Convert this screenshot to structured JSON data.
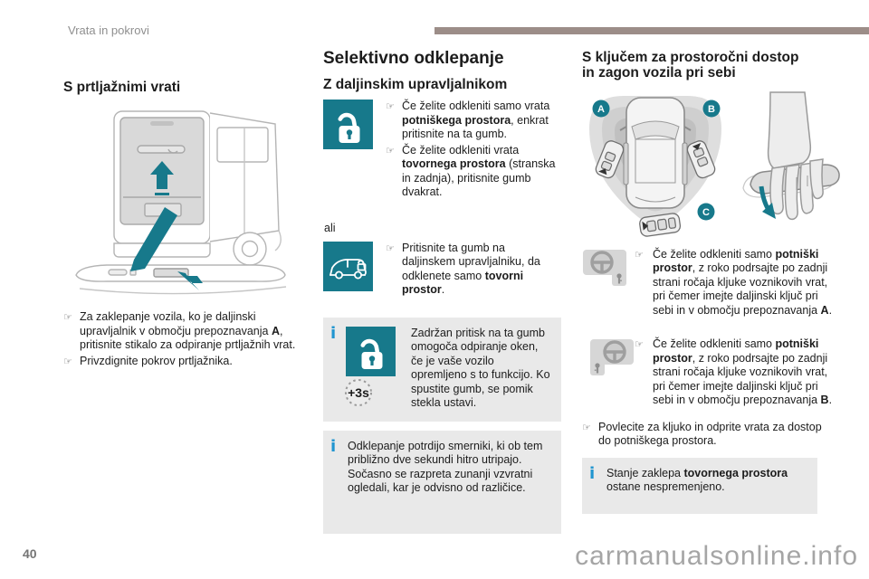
{
  "page": {
    "header": "Vrata in pokrovi",
    "page_number": "40",
    "watermark": "carmanualsonline.info"
  },
  "colors": {
    "teal_accent": "#17798b",
    "header_bar": "#9c8d88",
    "info_box_bg": "#e9e9e9",
    "info_icon_blue": "#2095d0"
  },
  "icons": {
    "pointer": "☞",
    "info": "i"
  },
  "left": {
    "title": "S prtljažnimi vrati",
    "bullets": [
      [
        {
          "t": "Za zaklepanje vozila, ko je daljinski upravljalnik v območju prepoznavanja "
        },
        {
          "t": "A",
          "b": 1
        },
        {
          "t": ", pritisnite stikalo za odpiranje prtljažnih vrat."
        }
      ],
      [
        {
          "t": "Privzdignite pokrov prtljažnika."
        }
      ]
    ]
  },
  "middle": {
    "title": "Selektivno odklepanje",
    "subtitle": "Z daljinskim upravljalnikom",
    "remote_bullets": [
      [
        {
          "t": "Če želite odkleniti samo vrata "
        },
        {
          "t": "potniškega prostora",
          "b": 1
        },
        {
          "t": ", enkrat pritisnite na ta gumb."
        }
      ],
      [
        {
          "t": "Če želite odkleniti vrata "
        },
        {
          "t": "tovornega prostora",
          "b": 1
        },
        {
          "t": " (stranska in zadnja), pritisnite gumb dvakrat."
        }
      ]
    ],
    "or_label": "ali",
    "cargo_bullet": [
      {
        "t": "Pritisnite ta gumb na daljinskem upravljalniku, da odklenete samo "
      },
      {
        "t": "tovorni prostor",
        "b": 1
      },
      {
        "t": "."
      }
    ],
    "info_hold_button": [
      {
        "t": "Zadržan pritisk na ta gumb omogoča odpiranje oken, če je vaše vozilo opremljeno s to funkcijo. Ko spustite gumb, se pomik stekla ustavi."
      }
    ],
    "hold_badge": "+3s",
    "info_indicators": [
      {
        "t": "Odklepanje potrdijo smerniki, ki ob tem približno dve sekundi hitro utripajo. Sočasno se razpreta zunanji vzvratni ogledali, kar je odvisno od različice."
      }
    ]
  },
  "right": {
    "title_line1": "S ključem za prostoročni dostop",
    "title_line2": "in zagon vozila pri sebi",
    "zones": [
      "A",
      "B",
      "C"
    ],
    "bullets": [
      [
        {
          "t": "Če želite odkleniti samo "
        },
        {
          "t": "potniški prostor",
          "b": 1
        },
        {
          "t": ", z roko podrsajte po zadnji strani ročaja kljuke voznikovih vrat, pri čemer imejte daljinski ključ pri sebi in v območju prepoznavanja "
        },
        {
          "t": "A",
          "b": 1
        },
        {
          "t": "."
        }
      ],
      [
        {
          "t": "Če želite odkleniti samo "
        },
        {
          "t": "potniški prostor",
          "b": 1
        },
        {
          "t": ", z roko podrsajte po zadnji strani ročaja kljuke voznikovih vrat, pri čemer imejte daljinski ključ pri sebi in v območju prepoznavanja "
        },
        {
          "t": "B",
          "b": 1
        },
        {
          "t": "."
        }
      ],
      [
        {
          "t": "Povlecite za kljuko in odprite vrata za dostop do potniškega prostora."
        }
      ]
    ],
    "info_cargo_state": [
      {
        "t": "Stanje zaklepa "
      },
      {
        "t": "tovornega prostora",
        "b": 1
      },
      {
        "t": " ostane nespremenjeno."
      }
    ]
  }
}
